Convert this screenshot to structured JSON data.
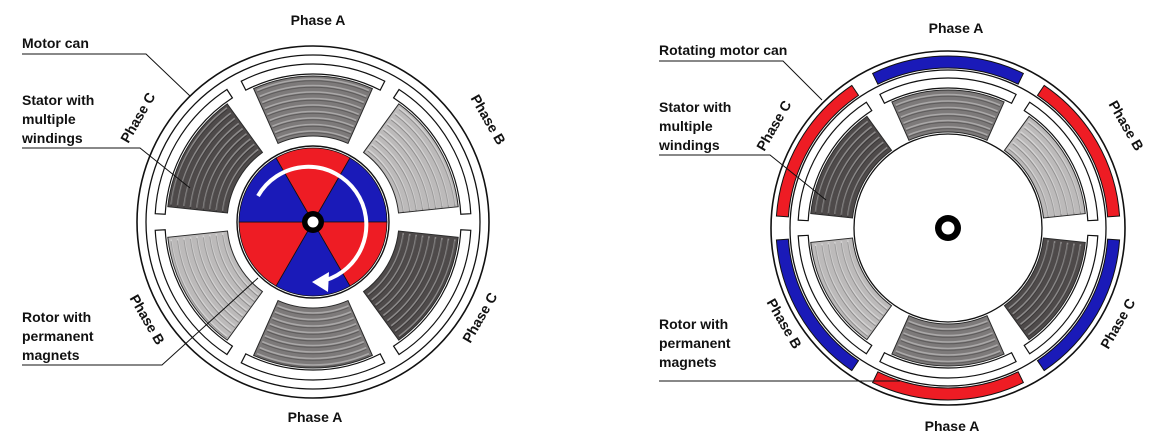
{
  "left_diagram": {
    "labels": {
      "motor_can": "Motor can",
      "stator_line1": "Stator with",
      "stator_line2": "multiple",
      "stator_line3": "windings",
      "rotor_line1": "Rotor with",
      "rotor_line2": "permanent",
      "rotor_line3": "magnets"
    },
    "phases": {
      "top": "Phase A",
      "upper_right": "Phase B",
      "lower_right": "Phase C",
      "bottom": "Phase A",
      "lower_left": "Phase B",
      "upper_left": "Phase C"
    },
    "magnet_colors": [
      "#ee1c24",
      "#1a1ab8"
    ],
    "rotation": "clockwise"
  },
  "right_diagram": {
    "labels": {
      "motor_can": "Rotating motor can",
      "stator_line1": "Stator with",
      "stator_line2": "multiple",
      "stator_line3": "windings",
      "rotor_line1": "Rotor with",
      "rotor_line2": "permanent",
      "rotor_line3": "magnets"
    },
    "phases": {
      "top": "Phase A",
      "upper_right": "Phase B",
      "lower_right": "Phase C",
      "bottom": "Phase A",
      "lower_left": "Phase B",
      "upper_left": "Phase C"
    },
    "magnet_colors": [
      "#ee1c24",
      "#1a1ab8"
    ]
  },
  "colors": {
    "phase_a": "#7d7a7a",
    "phase_b": "#bcbaba",
    "phase_c": "#4e4a4a",
    "red": "#ee1c24",
    "blue": "#1a1ab8"
  }
}
